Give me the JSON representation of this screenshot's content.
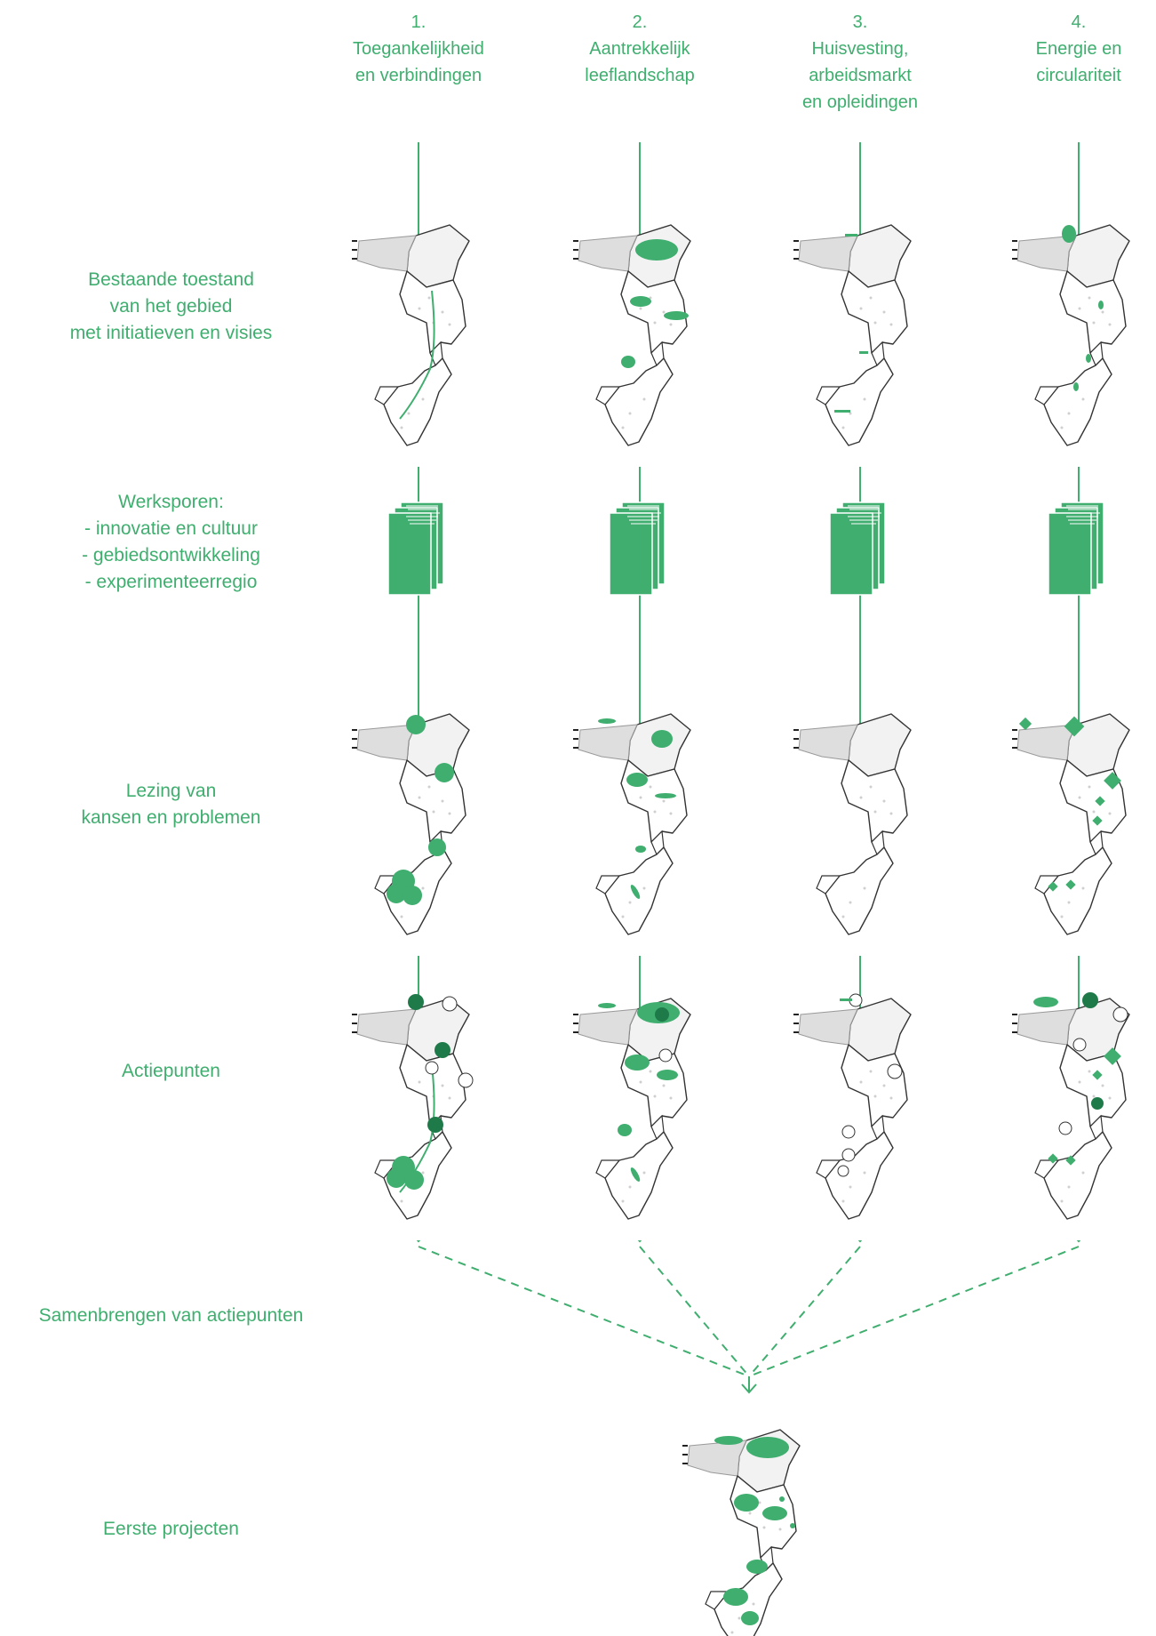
{
  "columns": [
    {
      "number": "1.",
      "title_lines": [
        "Toegankelijkheid",
        "en verbindingen"
      ]
    },
    {
      "number": "2.",
      "title_lines": [
        "Aantrekkelijk",
        "leeflandschap"
      ]
    },
    {
      "number": "3.",
      "title_lines": [
        "Huisvesting,",
        "arbeidsmarkt",
        "en opleidingen"
      ]
    },
    {
      "number": "4.",
      "title_lines": [
        "Energie en",
        "circulariteit"
      ]
    }
  ],
  "rows": {
    "existing": [
      "Bestaande toestand",
      "van het gebied",
      "met initiatieven en visies"
    ],
    "tracks": [
      "Werksporen:",
      "- innovatie en cultuur",
      "- gebiedsontwikkeling",
      "- experimenteerregio"
    ],
    "reading": [
      "Lezing van",
      "kansen en problemen"
    ],
    "actions": [
      "Actiepunten"
    ],
    "merge": [
      "Samenbrengen van actiepunten"
    ],
    "projects": [
      "Eerste projecten"
    ]
  },
  "colors": {
    "accent": "#3fae6f",
    "dark_accent": "#1f7a4a",
    "map_fill": "#e6e6e6",
    "outline": "#333333"
  },
  "icons": {
    "card_stack": "stack-of-cards-icon",
    "map": "region-map-icon",
    "number_badge": "number-circle-icon"
  }
}
